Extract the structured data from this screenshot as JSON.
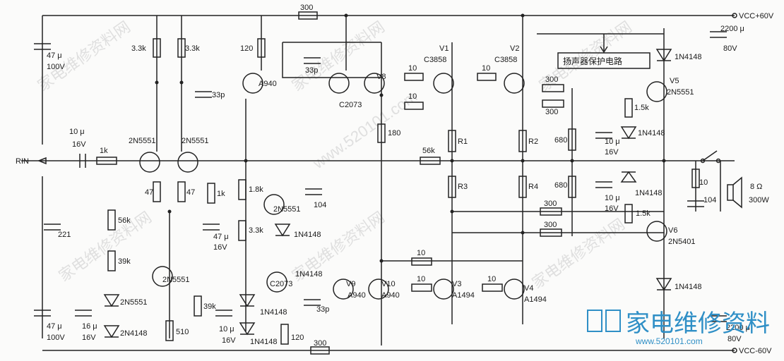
{
  "rails": {
    "vcc_pos": "VCC+60V",
    "vcc_neg": "VCC-60V",
    "input": "RIN"
  },
  "block": {
    "protect": "扬声器保护电路"
  },
  "labels": {
    "r300_top": "300",
    "c47u_a": "47 μ",
    "c47u_a_v": "100V",
    "r33k_a": "3.3k",
    "r33k_b": "3.3k",
    "r120_a": "120",
    "q_a940_top": "A940",
    "c33p_a": "33p",
    "c33p_b": "33p",
    "q_c2073_top": "C2073",
    "q_v8": "V8",
    "q_v1": "V1",
    "q_v1_part": "C3858",
    "q_v2": "V2",
    "q_v2_part": "C3858",
    "r10_a": "10",
    "r10_b": "10",
    "r10_c": "10",
    "c2200u_top": "2200 μ",
    "c2200u_top_v": "80V",
    "d_top": "1N4148",
    "q_v5": "V5",
    "q_v5_part": "2N5551",
    "r300_a": "300",
    "r300_b": "300",
    "r15k_a": "1.5k",
    "d_v5b": "1N4148",
    "c10u_in": "10 μ",
    "c10u_in_v": "16V",
    "r1k_in": "1k",
    "q_in_l": "2N5551",
    "q_in_r": "2N5551",
    "r180": "180",
    "r_r1": "R1",
    "r_r2": "R2",
    "r680_a": "680",
    "c10u_b": "10 μ",
    "c10u_b_v": "16V",
    "r56k_fb": "56k",
    "r47_a": "47",
    "r47_b": "47",
    "r1k_b": "1k",
    "r18k": "1.8k",
    "q_mid": "2N5551",
    "c104_a": "104",
    "r33k_c": "3.3k",
    "d_mid": "1N4148",
    "c47u_b": "47 μ",
    "c47u_b_v": "16V",
    "r_r3": "R3",
    "r_r4": "R4",
    "r680_b": "680",
    "c10u_c": "10 μ",
    "c10u_c_v": "16V",
    "d_v6": "1N4148",
    "r15k_b": "1.5k",
    "r300_c": "300",
    "r300_d": "300",
    "q_v6": "V6",
    "q_v6_part": "2N5401",
    "r10_out": "10",
    "c104_out": "104",
    "spk": "8 Ω",
    "spk_w": "300W",
    "c221": "221",
    "r56k_b": "56k",
    "r39k_a": "39k",
    "q_lo": "2N5551",
    "d_lo_a": "2N5551",
    "d_lo_b": "2N4148",
    "c47u_c": "47 μ",
    "c47u_c_v": "100V",
    "c16u": "16 μ",
    "c16u_v": "16V",
    "r510": "510",
    "r39k_b": "39k",
    "c10u_d": "10 μ",
    "c10u_d_v": "16V",
    "d_lo_c": "1N4148",
    "d_lo_d": "1N4148",
    "q_c2073_bot": "C2073",
    "r120_b": "120",
    "r300_bot": "300",
    "d_mid2": "1N4148",
    "c33p_c": "33p",
    "q_v9": "V9",
    "q_v9_part": "A940",
    "q_v10": "V10",
    "q_v10_part": "A940",
    "q_v3": "V3",
    "q_v3_part": "A1494",
    "q_v4": "V4",
    "q_v4_part": "A1494",
    "r10_d": "10",
    "r10_e": "10",
    "r10_f": "10",
    "d_bot": "1N4148",
    "c2200u_bot": "2200 μ",
    "c2200u_bot_v": "80V"
  },
  "watermark": {
    "text": "家电维修资料网",
    "url": "www.520101.com"
  },
  "logo": {
    "text": "家电维修资料",
    "sub": "www.520101.com"
  }
}
